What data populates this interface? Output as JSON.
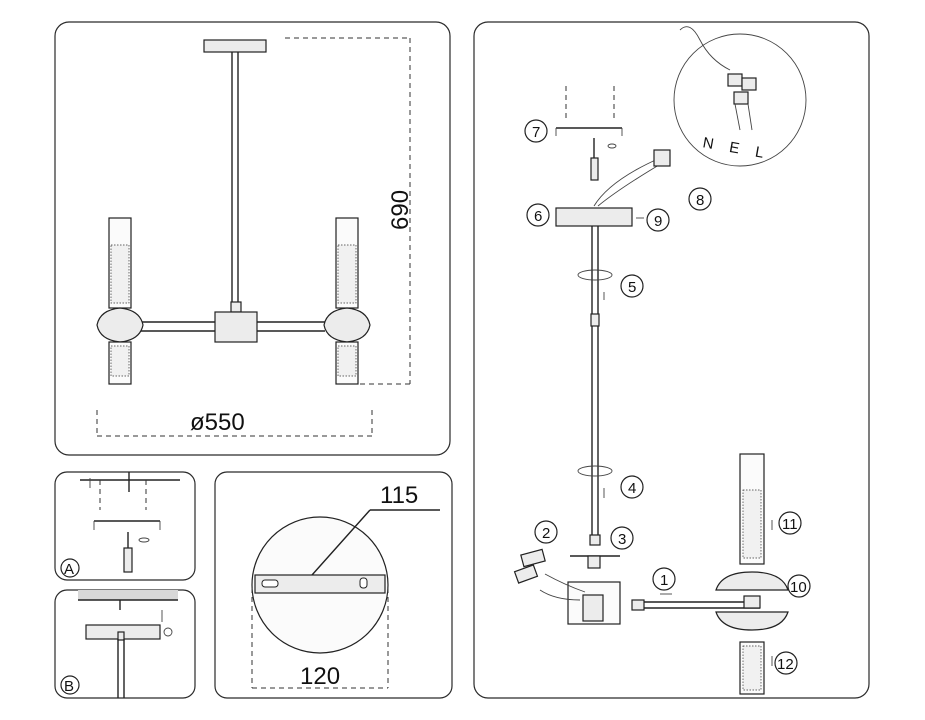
{
  "dimensions": {
    "height": "690",
    "diameter": "ø550",
    "canopy_holes": "115",
    "canopy_diameter": "120"
  },
  "wiring_label": "N E L",
  "step_labels": [
    "1",
    "2",
    "3",
    "4",
    "5",
    "6",
    "7",
    "8",
    "9",
    "10",
    "11",
    "12"
  ],
  "detail_labels": [
    "A",
    "B"
  ]
}
